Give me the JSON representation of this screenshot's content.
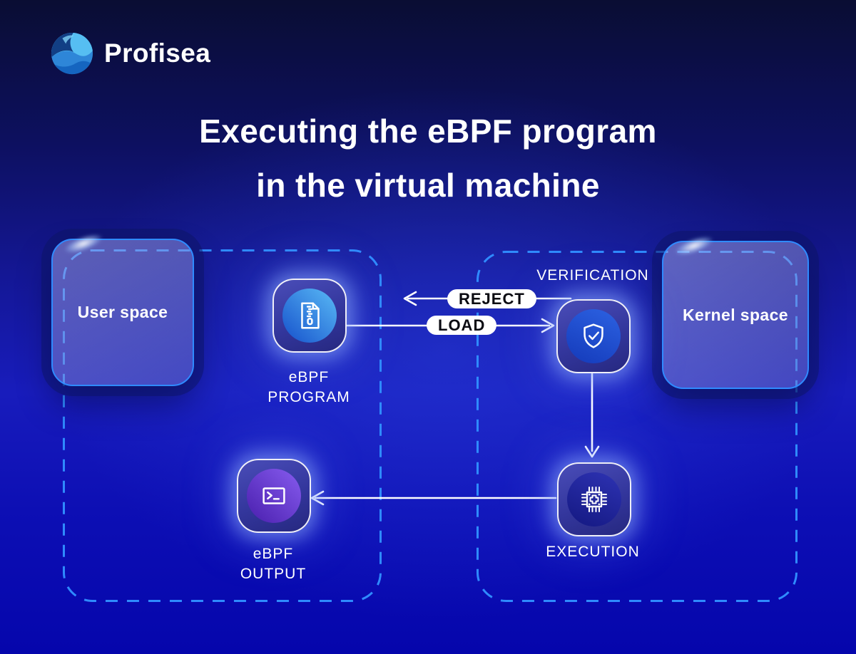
{
  "brand": {
    "name": "Profisea",
    "logo_icon": "profisea-wave-icon"
  },
  "title": {
    "line1": "Executing the eBPF program",
    "line2": "in the virtual machine"
  },
  "spaces": {
    "user": {
      "label": "User space"
    },
    "kernel": {
      "label": "Kernel space"
    }
  },
  "nodes": {
    "program": {
      "line1": "eBPF",
      "line2": "PROGRAM",
      "icon": "zip-file-icon"
    },
    "verification": {
      "label": "VERIFICATION",
      "icon": "shield-check-icon"
    },
    "execution": {
      "label": "EXECUTION",
      "icon": "chip-icon"
    },
    "output": {
      "line1": "eBPF",
      "line2": "OUTPUT",
      "icon": "terminal-icon"
    }
  },
  "flows": {
    "reject": {
      "label": "REJECT",
      "direction": "left"
    },
    "load": {
      "label": "LOAD",
      "direction": "right"
    },
    "verify_to_execute": {
      "direction": "down"
    },
    "execute_to_output": {
      "direction": "left"
    }
  },
  "colors": {
    "background_top": "#0a0d33",
    "background_mid": "#181cbc",
    "background_bottom": "#0506ac",
    "dashed_border": "#2f8bff",
    "box_border": "#2f8bff",
    "box_fill": "rgba(150,154,220,0.47)",
    "pill_bg": "#ffffff",
    "pill_text": "#0b0b12",
    "program_circle": "#2f8fe8",
    "verification_circle": "#1c4fd0",
    "execution_circle": "#1e22a0",
    "output_circle": "#6d3fd6",
    "line": "#ffffff"
  }
}
